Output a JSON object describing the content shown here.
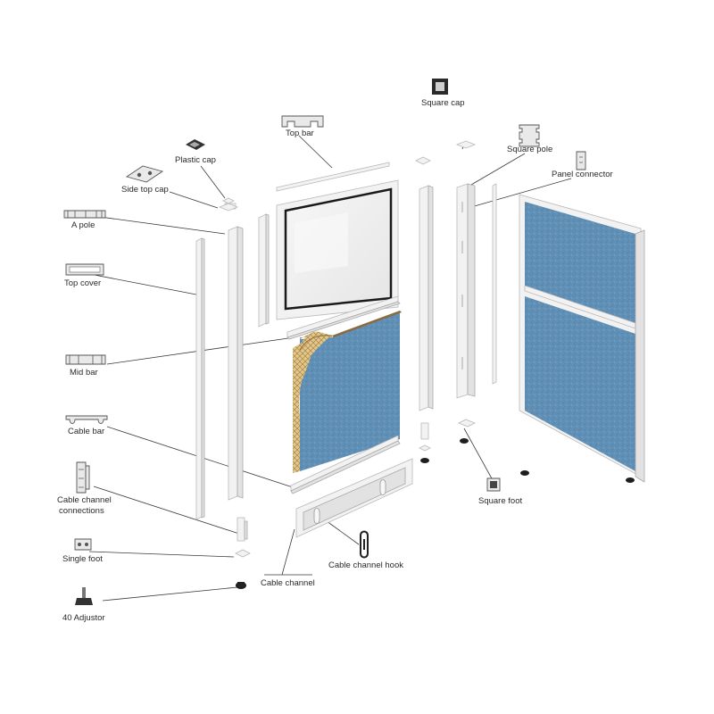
{
  "labels": {
    "square_cap": "Square cap",
    "top_bar": "Top bar",
    "square_pole": "Square pole",
    "plastic_cap": "Plastic cap",
    "panel_connector": "Panel connector",
    "side_top_cap": "Side top cap",
    "a_pole": "A pole",
    "top_cover": "Top cover",
    "mid_bar": "Mid bar",
    "cable_bar": "Cable bar",
    "cable_channel_connections_line1": "Cable channel",
    "cable_channel_connections_line2": "connections",
    "single_foot": "Single foot",
    "cable_channel_hook": "Cable channel hook",
    "cable_channel": "Cable channel",
    "adjustor": "40 Adjustor",
    "square_foot": "Square foot"
  },
  "colors": {
    "fabric": "#5f8db3",
    "fabric_dark": "#4f7ba0",
    "aluminium": "#f2f2f2",
    "core": "#d8b77a",
    "line": "#3a3a3a"
  }
}
